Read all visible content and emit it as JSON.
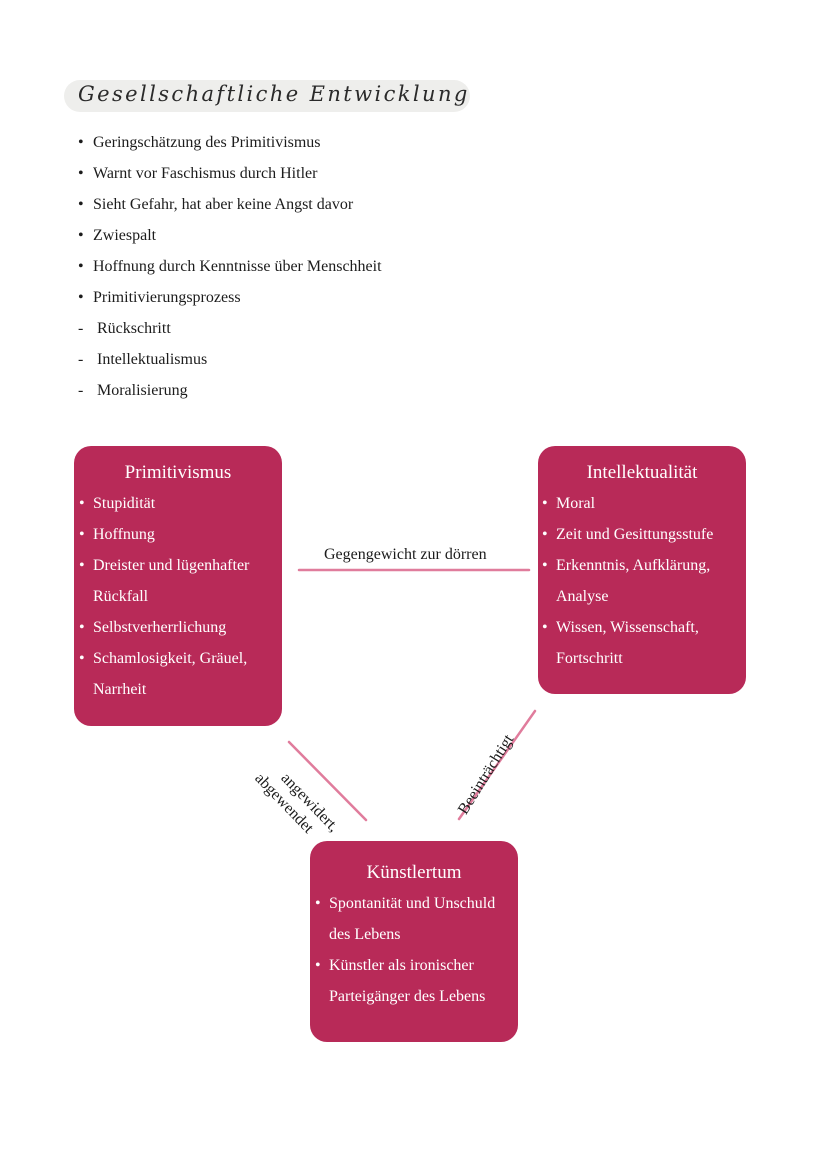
{
  "heading": "Gesellschaftliche Entwicklung",
  "bullet_list": [
    {
      "marker": "•",
      "text": "Geringschätzung des Primitivismus"
    },
    {
      "marker": "•",
      "text": "Warnt vor Faschismus durch Hitler"
    },
    {
      "marker": "•",
      "text": "Sieht Gefahr, hat aber keine Angst davor"
    },
    {
      "marker": "•",
      "text": "Zwiespalt"
    },
    {
      "marker": "•",
      "text": "Hoffnung durch Kenntnisse über Menschheit"
    },
    {
      "marker": "•",
      "text": "Primitivierungsprozess"
    },
    {
      "marker": "-",
      "text": "Rückschritt"
    },
    {
      "marker": "-",
      "text": "Intellektualismus"
    },
    {
      "marker": "-",
      "text": "Moralisierung"
    }
  ],
  "diagram": {
    "colors": {
      "box": "#b82a58",
      "connector": "#e07c9c"
    },
    "nodes": {
      "primitivismus": {
        "title": "Primitivismus",
        "items": [
          "Stupidität",
          "Hoffnung",
          "Dreister und lügenhafter Rückfall",
          "Selbstverherrlichung",
          "Schamlosigkeit, Gräuel, Narrheit"
        ]
      },
      "intellektualitaet": {
        "title": "Intellektualität",
        "items": [
          "Moral",
          "Zeit und Gesittungsstufe",
          "Erkenntnis, Aufklärung, Analyse",
          "Wissen, Wissenschaft, Fortschritt"
        ]
      },
      "kuenstlertum": {
        "title": "Künstlertum",
        "items": [
          "Spontanität und Unschuld des Lebens",
          "Künstler als ironischer Parteigänger des Lebens"
        ]
      }
    },
    "edges": {
      "primitivismus_intellektualitaet": "Gegengewicht zur dörren",
      "primitivismus_kuenstlertum_line1": "angewidert,",
      "primitivismus_kuenstlertum_line2": "abgewendet",
      "intellektualitaet_kuenstlertum": "Beeinträchtigt"
    }
  }
}
